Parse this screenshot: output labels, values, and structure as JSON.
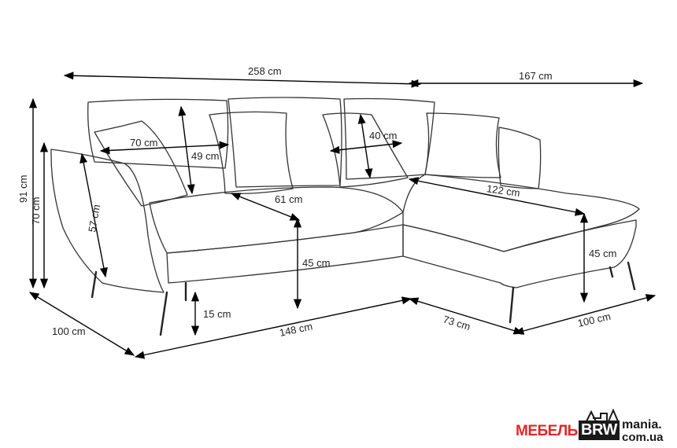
{
  "dimensions": {
    "total_length": "258 cm",
    "chaise_length": "167 cm",
    "cushion_width": "70 cm",
    "pillow_height": "49 cm",
    "small_pillow": "40 cm",
    "seat_depth": "61 cm",
    "chaise_seat_length": "122 cm",
    "total_height": "91 cm",
    "armrest_height": "70 cm",
    "armrest_length": "57 cm",
    "seat_height": "45 cm",
    "chaise_seat_height": "45 cm",
    "leg_height": "15 cm",
    "depth": "100 cm",
    "base_length": "148 cm",
    "chaise_width": "73 cm",
    "chaise_depth": "100 cm"
  },
  "brand": {
    "part1": "МЕБЕЛЬ",
    "part2": "BRW",
    "part3": "mania.",
    "part4": "com.ua"
  }
}
